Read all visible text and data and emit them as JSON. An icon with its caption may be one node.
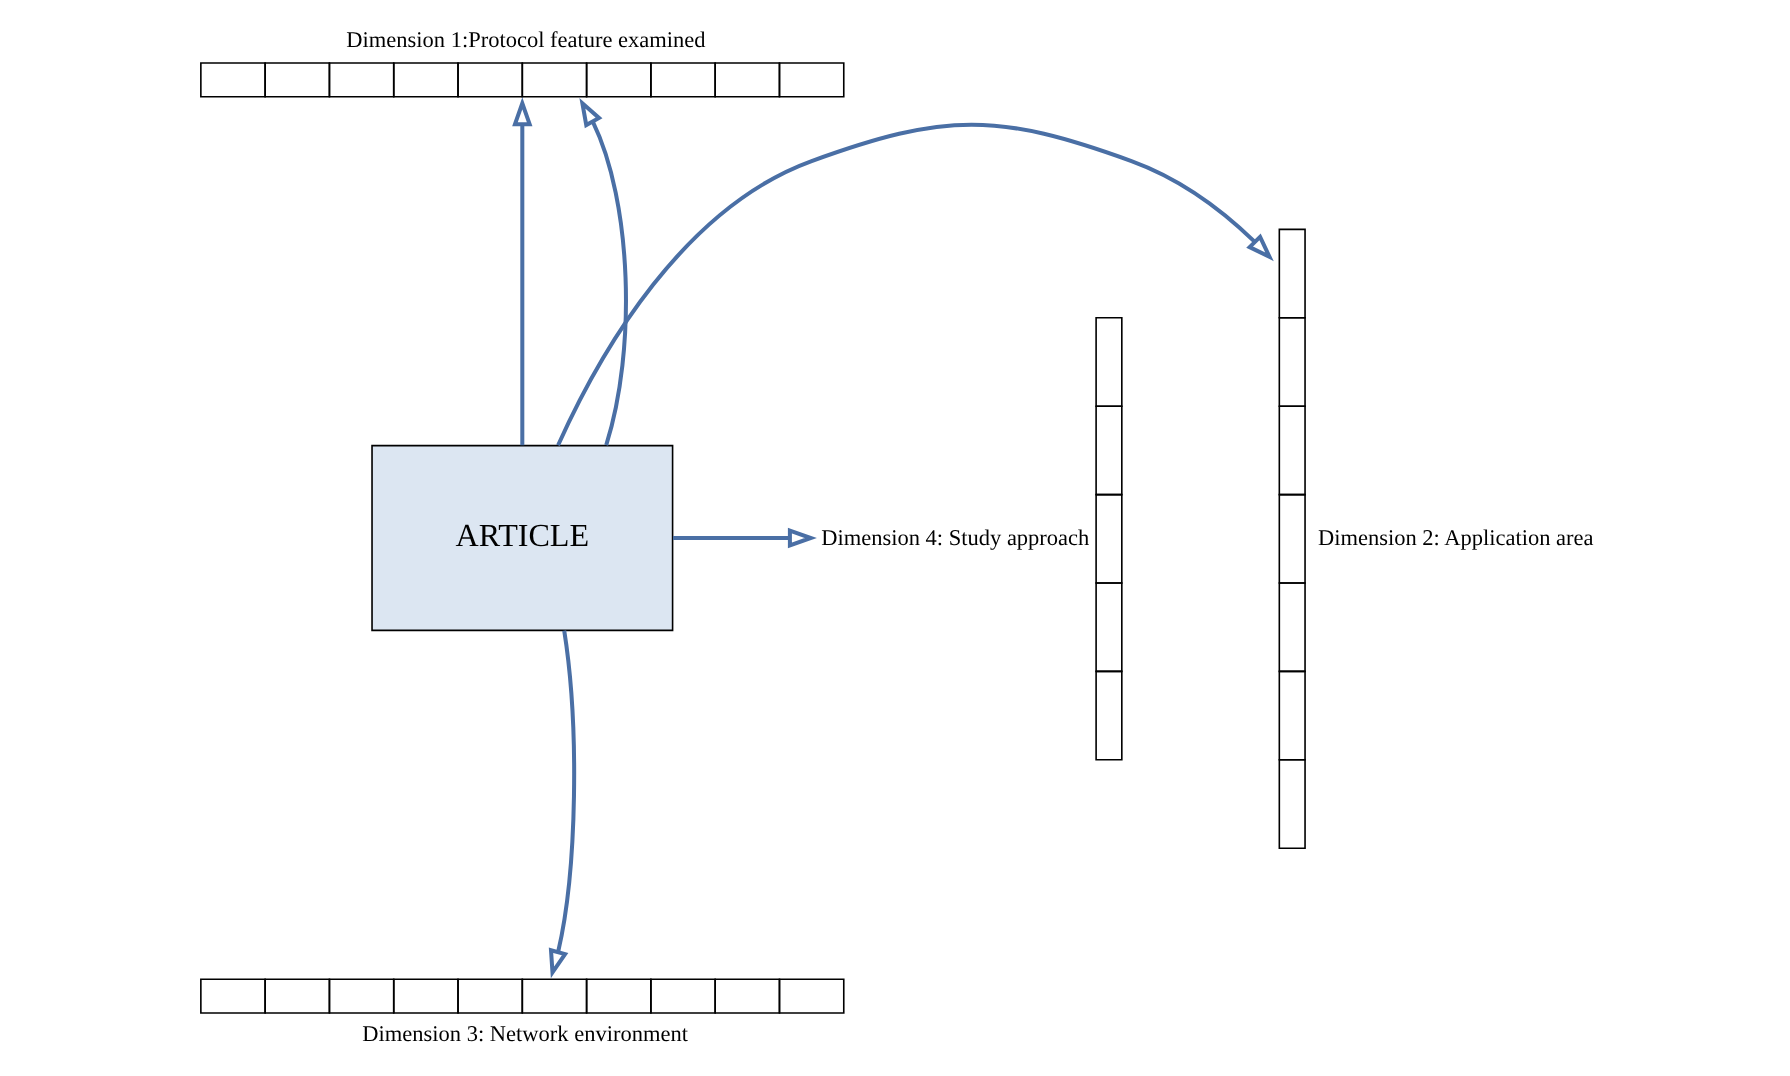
{
  "diagram": {
    "nodes": [
      {
        "text": [
          "Dimension 1:Protocol feature examined"
        ]
      },
      {
        "text": [
          "Dimension 4: Study approach"
        ]
      },
      {
        "text": [
          "ARTICLE"
        ]
      },
      {
        "text": [
          "Dimension 2: Application area"
        ]
      },
      {
        "text": [
          "Dimension 3: Network environment"
        ]
      }
    ],
    "edges": [
      {
        "from": 2,
        "to": 0,
        "arrow": "to"
      },
      {
        "from": 2,
        "to": 0,
        "arrow": "to"
      },
      {
        "from": 2,
        "to": 1,
        "arrow": "to"
      },
      {
        "from": 2,
        "to": 3,
        "arrow": "to"
      },
      {
        "from": 2,
        "to": 4,
        "arrow": "to"
      }
    ]
  }
}
